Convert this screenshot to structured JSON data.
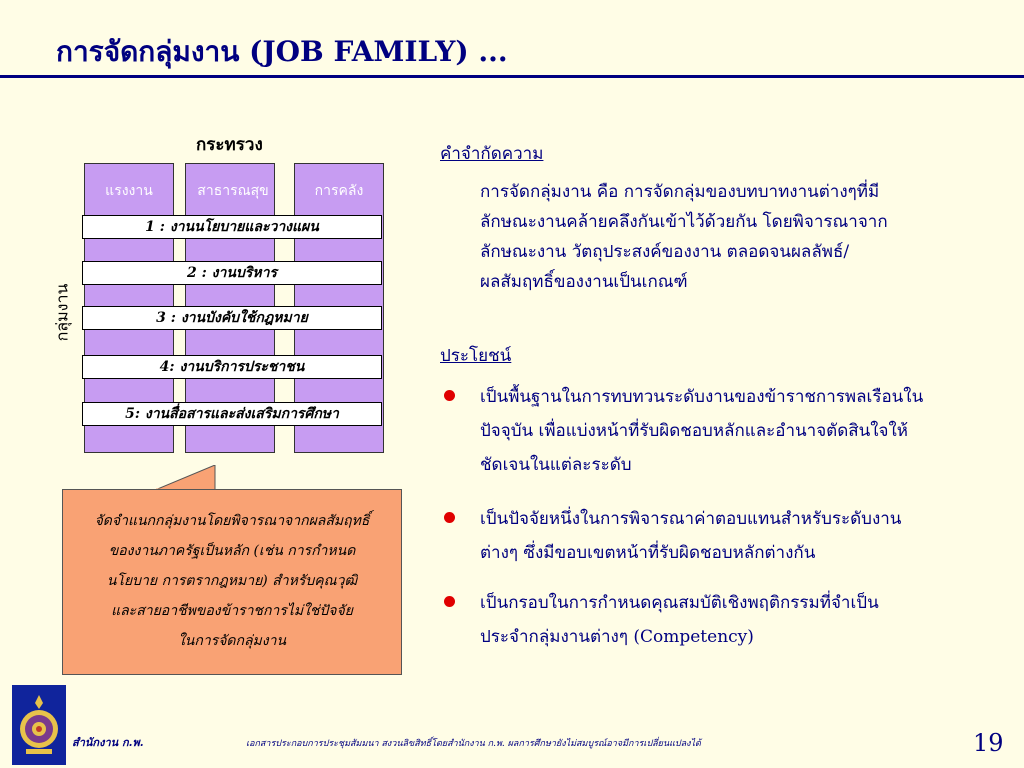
{
  "title": "การจัดกลุ่มงาน (JOB FAMILY) ...",
  "diagram": {
    "ministry_heading": "กระทรวง",
    "columns": [
      "แรงงาน",
      "สาธารณสุข",
      "การคลัง"
    ],
    "job_groups": [
      "1 : งานนโยบายและวางแผน",
      "2 :  งานบริหาร",
      "3 :  งานบังคับใช้กฎหมาย",
      "4: งานบริการประชาชน",
      "5: งานสื่อสารและส่งเสริมการศึกษา"
    ],
    "side_label": "กลุ่มงาน",
    "column_color": "#c79cf2"
  },
  "callout": {
    "lines": [
      "จัดจำแนกกลุ่มงานโดยพิจารณาจากผลสัมฤทธิ์",
      "ของงานภาครัฐเป็นหลัก (เช่น การกำหนด",
      "นโยบาย การตรากฎหมาย) สำหรับคุณวุฒิ",
      "และสายอาชีพของข้าราชการไม่ใช่ปัจจัย",
      "ในการจัดกลุ่มงาน"
    ],
    "color": "#f9a274"
  },
  "definition": {
    "heading": "คำจำกัดความ",
    "lines": [
      "การจัดกลุ่มงาน คือ การจัดกลุ่มของบทบาทงานต่างๆที่มี",
      "ลักษณะงานคล้ายคลึงกันเข้าไว้ด้วยกัน โดยพิจารณาจาก",
      "ลักษณะงาน วัตถุประสงค์ของงาน ตลอดจนผลลัพธ์/",
      "ผลสัมฤทธิ์ของงานเป็นเกณฑ์"
    ]
  },
  "benefits": {
    "heading": "ประโยชน์",
    "items": [
      [
        "เป็นพื้นฐานในการทบทวนระดับงานของข้าราชการพลเรือนใน",
        "ปัจจุบัน เพื่อแบ่งหน้าที่รับผิดชอบหลักและอำนาจตัดสินใจให้",
        "ชัดเจนในแต่ละระดับ"
      ],
      [
        "เป็นปัจจัยหนึ่งในการพิจารณาค่าตอบแทนสำหรับระดับงาน",
        "ต่างๆ ซึ่งมีขอบเขตหน้าที่รับผิดชอบหลักต่างกัน"
      ],
      [
        "เป็นกรอบในการกำหนดคุณสมบัติเชิงพฤติกรรมที่จำเป็น",
        "ประจำกลุ่มงานต่างๆ (Competency)"
      ]
    ],
    "bullet_color": "#e00000"
  },
  "footer": {
    "office": "สำนักงาน ก.พ.",
    "note": "เอกสารประกอบการประชุมสัมมนา สงวนลิขสิทธิ์โดยสำนักงาน ก.พ. ผลการศึกษายังไม่สมบูรณ์อาจมีการเปลี่ยนแปลงได้",
    "page_number": "19"
  }
}
